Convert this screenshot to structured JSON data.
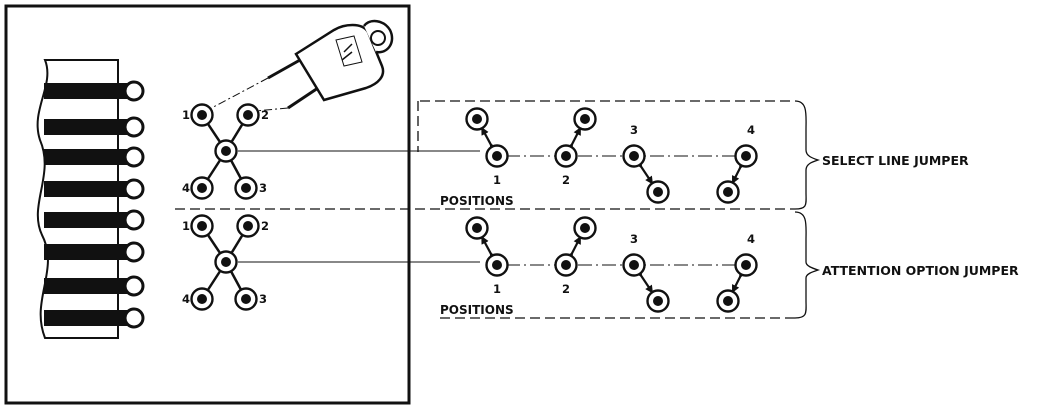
{
  "sections": {
    "select": {
      "title": "SELECT LINE JUMPER",
      "positions_label": "POSITIONS",
      "positions": [
        "1",
        "2",
        "3",
        "4"
      ]
    },
    "attention": {
      "title": "ATTENTION OPTION JUMPER",
      "positions_label": "POSITIONS",
      "positions": [
        "1",
        "2",
        "3",
        "4"
      ]
    }
  },
  "pin_labels": {
    "top_left": "1",
    "top_right": "2",
    "bottom_left": "4",
    "bottom_right": "3"
  },
  "colors": {
    "ink": "#111111",
    "paper": "#ffffff"
  }
}
